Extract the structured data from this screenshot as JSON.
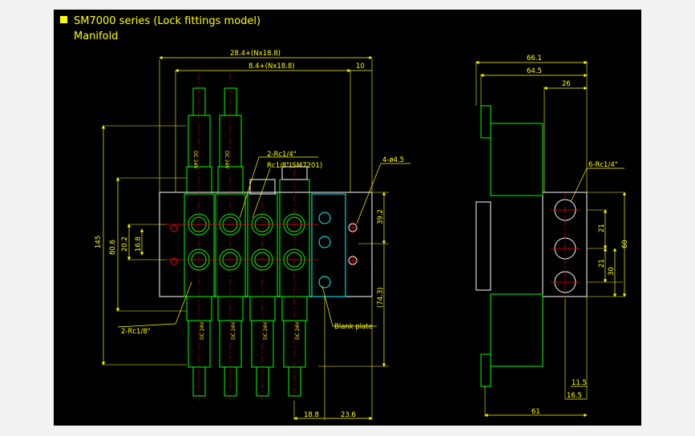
{
  "header": {
    "title": "SM7000 series (Lock fittings model)",
    "subtitle": "Manifold",
    "accent_color": "#ffff00"
  },
  "front_view": {
    "dim_top_overall": "28.4+(Nx18.8)",
    "dim_top_pitch": "8.4+(Nx18.8)",
    "dim_top_right": "10",
    "label_ports_top": "2-Rc1/4\"",
    "label_ports_top_alt": "Rc1/8\"(SM7201)",
    "label_mount_holes": "4-ø4.5",
    "dim_left_145": "145",
    "dim_left_80_6": "80.6",
    "dim_left_20_2": "20.2",
    "dim_left_16_8": "16.8",
    "dim_right_39_2": "39.2",
    "dim_right_74_3": "(74.3)",
    "label_ports_bottom": "2-Rc1/8\"",
    "label_blank_plate": "Blank plate",
    "dim_bottom_18_8": "18.8",
    "dim_bottom_23_6": "23.6",
    "solenoid_label_top": "DC 24V",
    "solenoid_label_bottom": "DC 24V"
  },
  "side_view": {
    "dim_66_1": "66.1",
    "dim_64_5": "64.5",
    "dim_26": "26",
    "label_ports": "6-Rc1/4\"",
    "dim_21a": "21",
    "dim_21b": "21",
    "dim_30": "30",
    "dim_60": "60",
    "dim_11_5": "11.5",
    "dim_16_5": "16.5",
    "dim_61": "61"
  },
  "colors": {
    "background": "#000000",
    "frame": "#f3f3f3",
    "dimension": "#ffff00",
    "outline": "#ffffff",
    "component": "#00ff00",
    "port": "#ff0000",
    "blank_plate": "#00ffff"
  }
}
